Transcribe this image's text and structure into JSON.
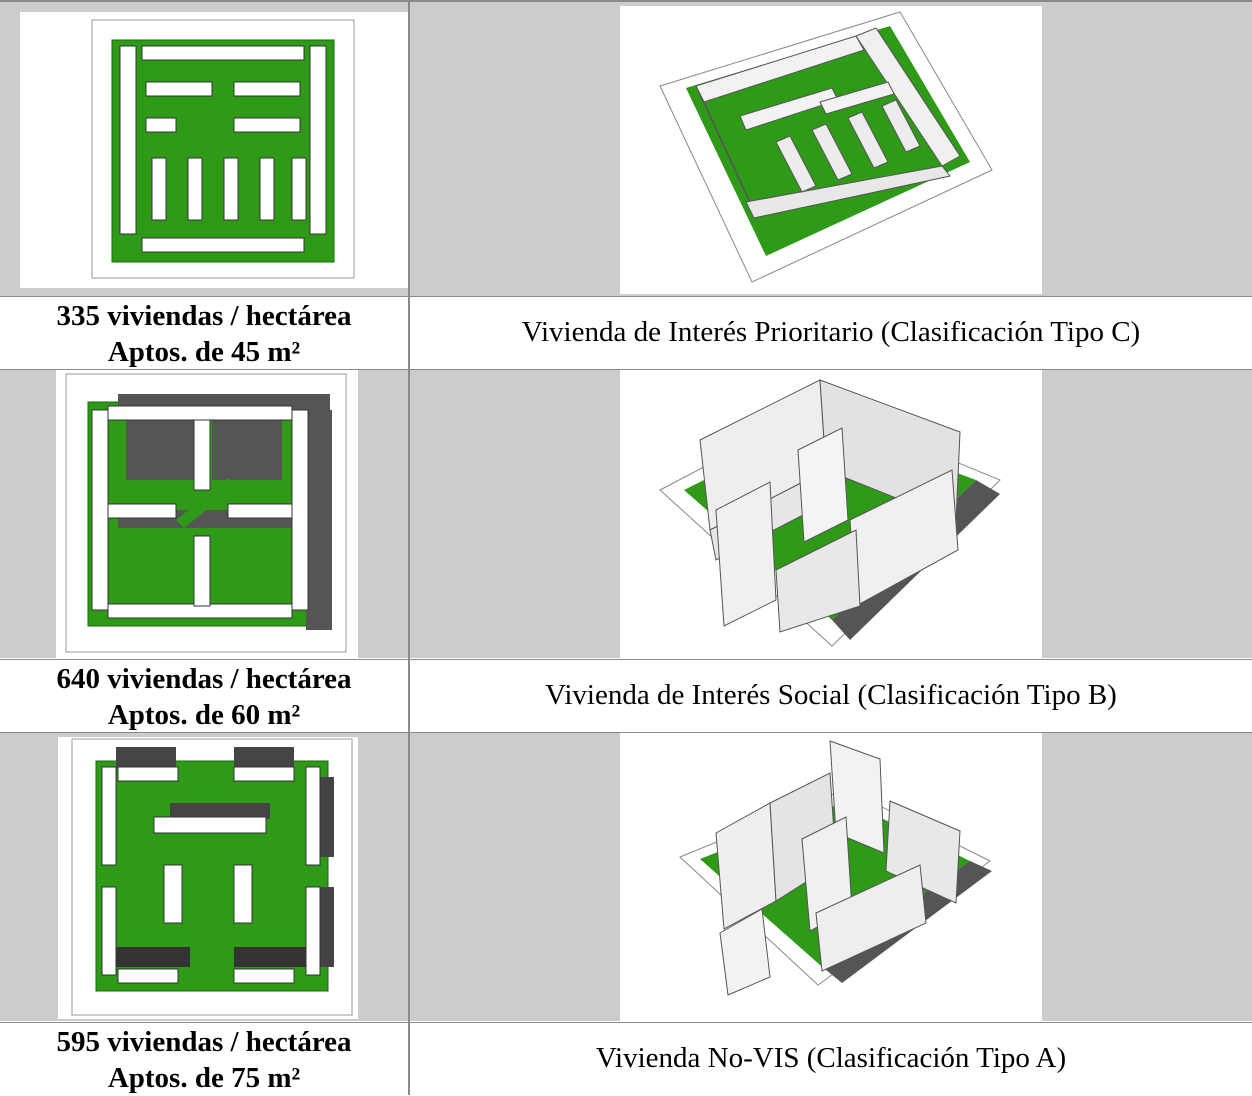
{
  "colors": {
    "grass": "#2e9a17",
    "grass_dark": "#1f7a0f",
    "building": "#ffffff",
    "shadow": "#555555",
    "cell_bg": "#cccccc",
    "border": "#8a8a8a"
  },
  "rows": [
    {
      "density": "335 viviendas / hectárea",
      "apartment": "Aptos. de 45 m²",
      "classification": "Vivienda de Interés Prioritario (Clasificación Tipo C)",
      "plan_image": "site-plan-type-c",
      "model_image": "3d-model-type-c"
    },
    {
      "density": "640 viviendas / hectárea",
      "apartment": "Aptos. de 60 m²",
      "classification": "Vivienda de Interés Social (Clasificación Tipo B)",
      "plan_image": "site-plan-type-b",
      "model_image": "3d-model-type-b"
    },
    {
      "density": "595 viviendas / hectárea",
      "apartment": "Aptos. de 75 m²",
      "classification": "Vivienda No-VIS (Clasificación Tipo A)",
      "plan_image": "site-plan-type-a",
      "model_image": "3d-model-type-a"
    }
  ]
}
